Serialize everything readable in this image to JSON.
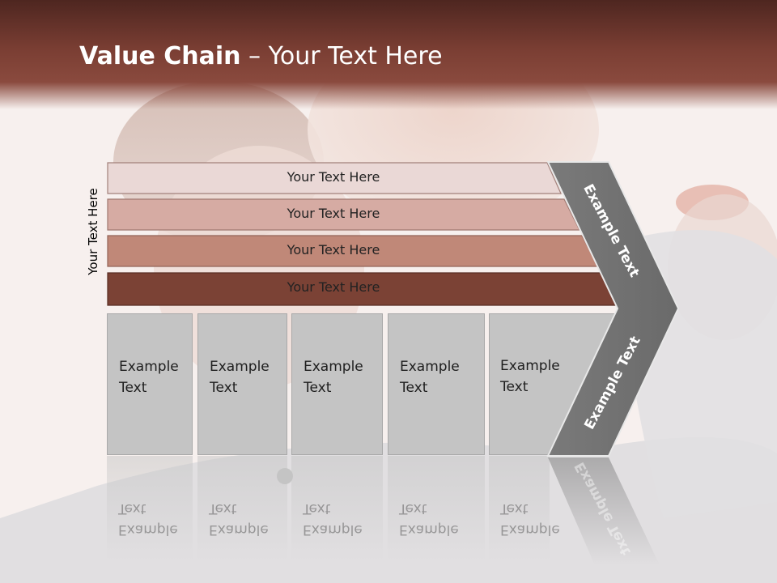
{
  "title": {
    "bold": "Value Chain",
    "rest": " – Your Text Here"
  },
  "side_label": "Your Text Here",
  "bands": [
    {
      "label": "Your Text Here"
    },
    {
      "label": "Your Text Here"
    },
    {
      "label": "Your Text Here"
    },
    {
      "label": "Your Text Here"
    }
  ],
  "cards": [
    {
      "line1": "Example",
      "line2": "Text"
    },
    {
      "line1": "Example",
      "line2": "Text"
    },
    {
      "line1": "Example",
      "line2": "Text"
    },
    {
      "line1": "Example",
      "line2": "Text"
    },
    {
      "line1": "Example",
      "line2": "Text"
    }
  ],
  "chevron": {
    "upper": "Example Text",
    "lower": "Example Text"
  },
  "colors": {
    "header": "#7a3e33",
    "band1": "#ead8d6",
    "band2": "#d6aba3",
    "band3": "#c08878",
    "band4": "#7b4235",
    "card": "#c4c4c4",
    "chevron": "#737373"
  }
}
